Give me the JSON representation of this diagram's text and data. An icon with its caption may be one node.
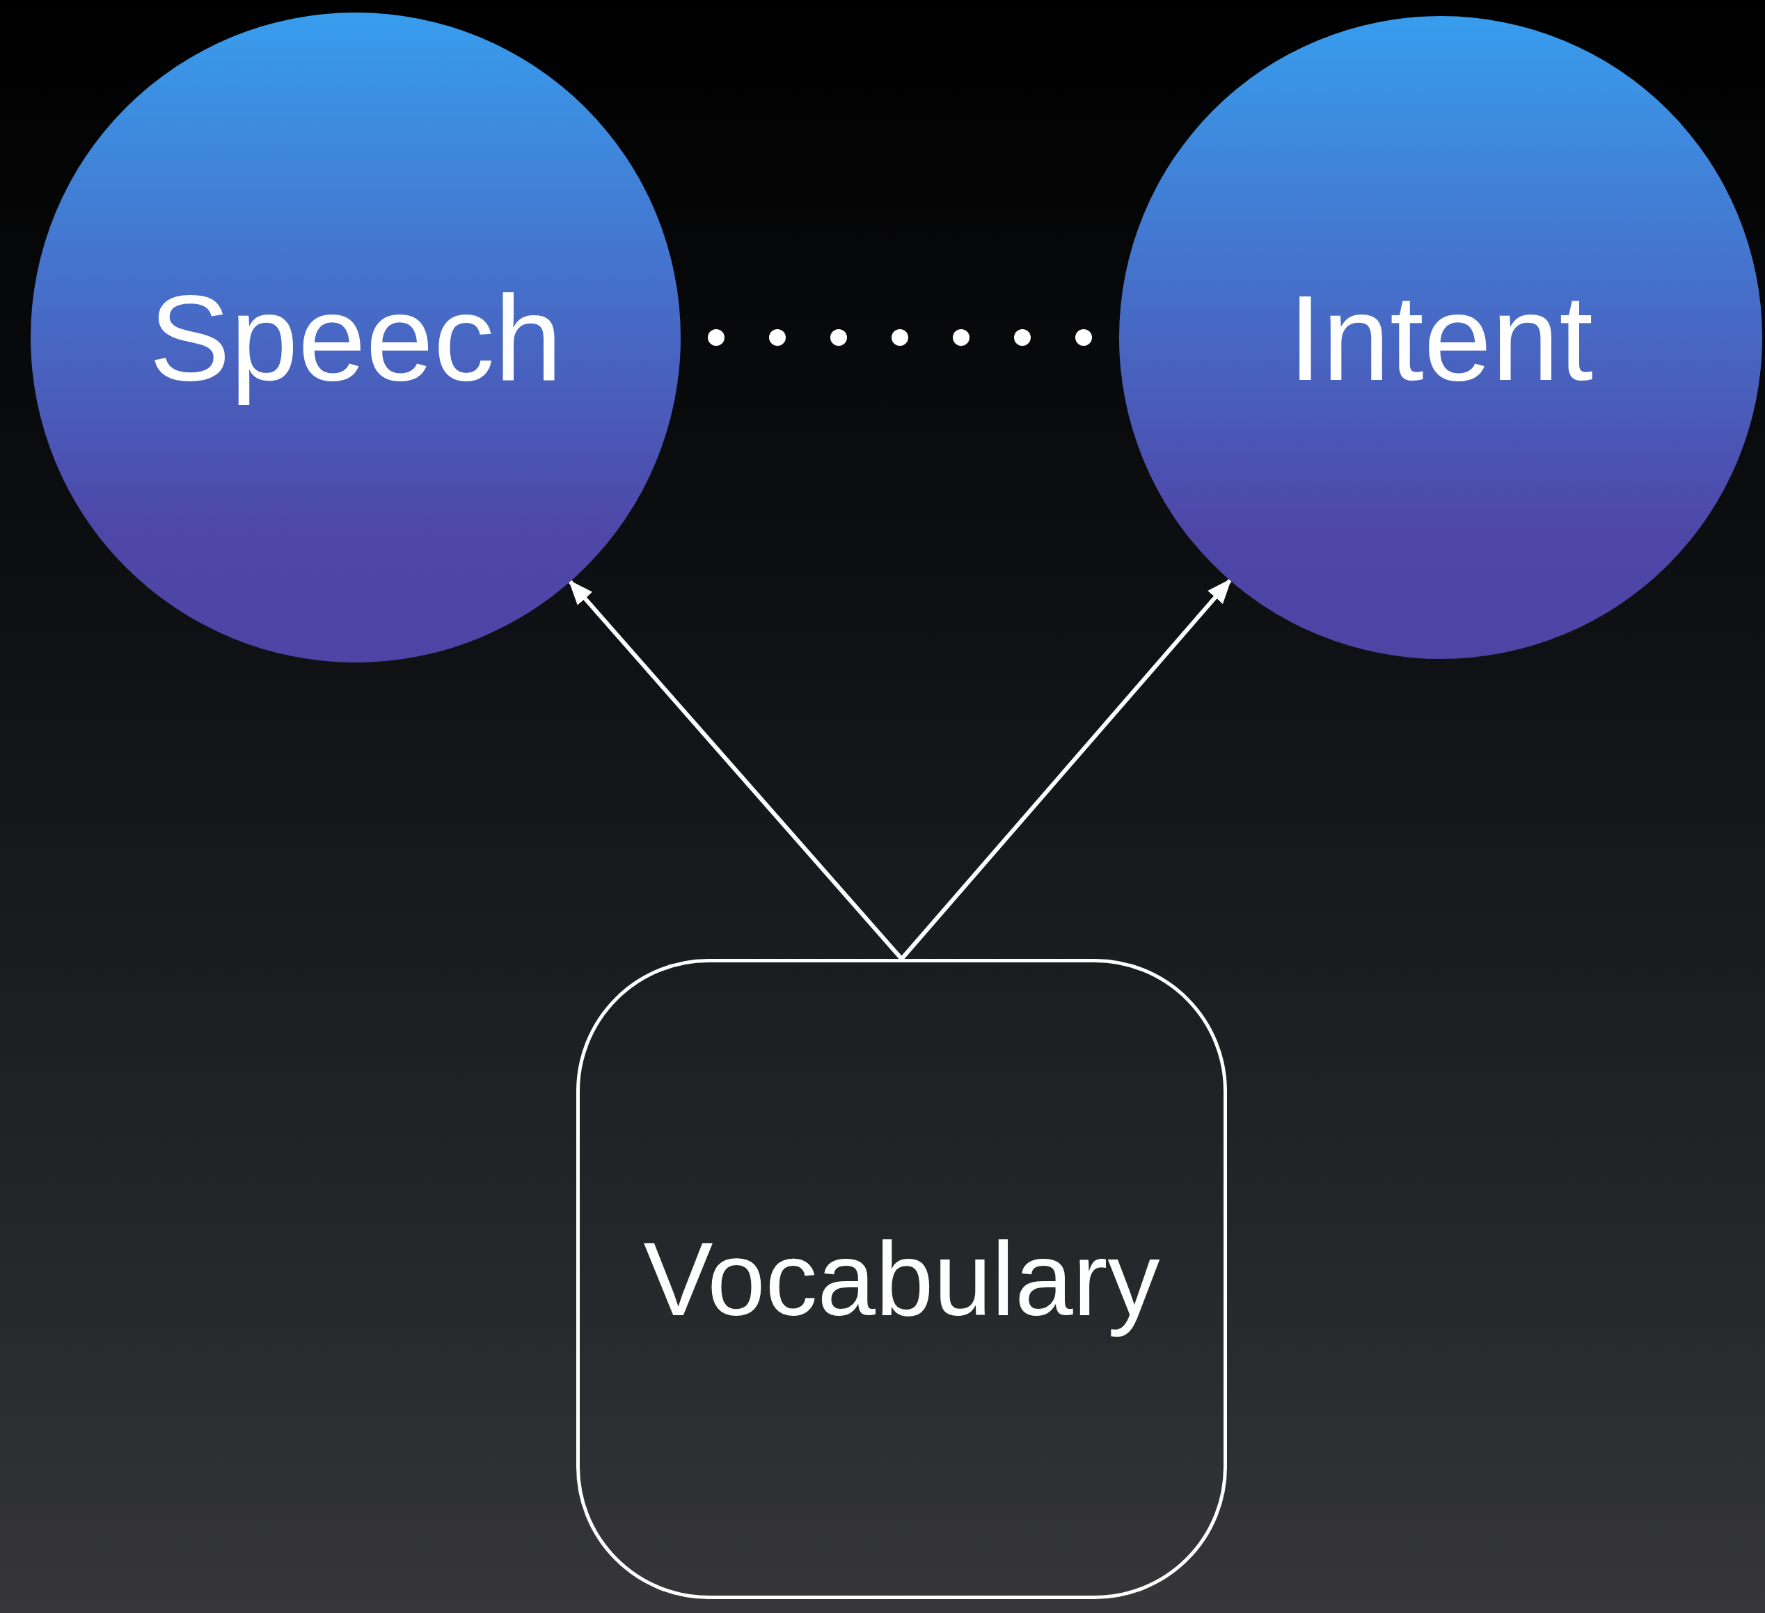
{
  "diagram": {
    "nodes": [
      {
        "text": [
          "Speech"
        ]
      },
      {
        "text": [
          "Intent"
        ]
      },
      {
        "text": [
          "Vocabulary"
        ]
      }
    ],
    "edges": [
      {
        "from": 0,
        "to": 1,
        "arrow": "none",
        "style": "dashed"
      },
      {
        "from": 2,
        "to": 0,
        "arrow": "to"
      },
      {
        "from": 2,
        "to": 1,
        "arrow": "to"
      }
    ]
  }
}
